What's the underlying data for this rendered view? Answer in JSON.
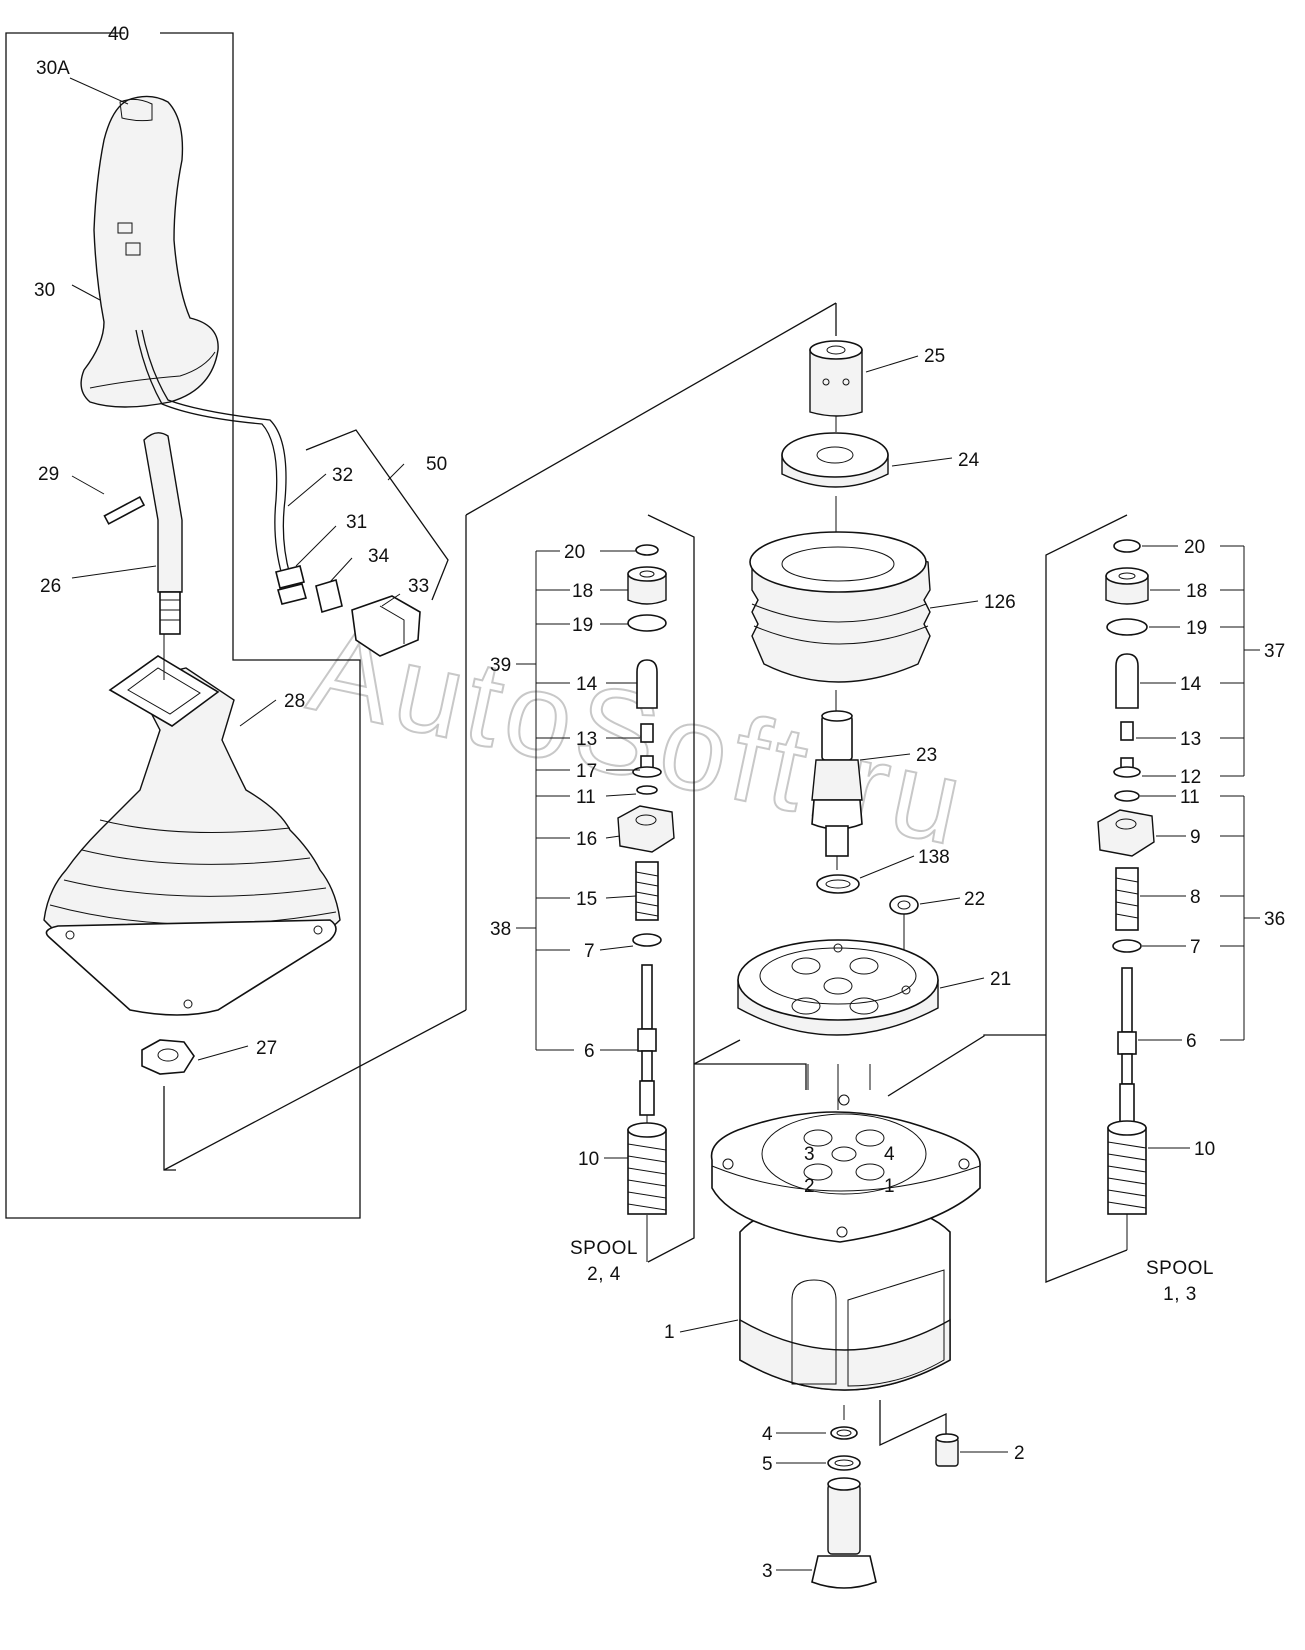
{
  "callouts": [
    {
      "id": "c40",
      "text": "40"
    },
    {
      "id": "c30A",
      "text": "30A"
    },
    {
      "id": "c30",
      "text": "30"
    },
    {
      "id": "c29",
      "text": "29"
    },
    {
      "id": "c26",
      "text": "26"
    },
    {
      "id": "c28",
      "text": "28"
    },
    {
      "id": "c27",
      "text": "27"
    },
    {
      "id": "c32",
      "text": "32"
    },
    {
      "id": "c31",
      "text": "31"
    },
    {
      "id": "c34",
      "text": "34"
    },
    {
      "id": "c33",
      "text": "33"
    },
    {
      "id": "c50",
      "text": "50"
    },
    {
      "id": "c25",
      "text": "25"
    },
    {
      "id": "c24",
      "text": "24"
    },
    {
      "id": "c126",
      "text": "126"
    },
    {
      "id": "c23",
      "text": "23"
    },
    {
      "id": "c138",
      "text": "138"
    },
    {
      "id": "c22",
      "text": "22"
    },
    {
      "id": "c21",
      "text": "21"
    },
    {
      "id": "c1",
      "text": "1"
    },
    {
      "id": "c4",
      "text": "4"
    },
    {
      "id": "c5",
      "text": "5"
    },
    {
      "id": "c2",
      "text": "2"
    },
    {
      "id": "c3",
      "text": "3"
    },
    {
      "id": "l20",
      "text": "20"
    },
    {
      "id": "l18",
      "text": "18"
    },
    {
      "id": "l19",
      "text": "19"
    },
    {
      "id": "l39",
      "text": "39"
    },
    {
      "id": "l14",
      "text": "14"
    },
    {
      "id": "l13",
      "text": "13"
    },
    {
      "id": "l17",
      "text": "17"
    },
    {
      "id": "l11",
      "text": "11"
    },
    {
      "id": "l16",
      "text": "16"
    },
    {
      "id": "l15",
      "text": "15"
    },
    {
      "id": "l38",
      "text": "38"
    },
    {
      "id": "l7",
      "text": "7"
    },
    {
      "id": "l6",
      "text": "6"
    },
    {
      "id": "l10",
      "text": "10"
    },
    {
      "id": "r20",
      "text": "20"
    },
    {
      "id": "r18",
      "text": "18"
    },
    {
      "id": "r19",
      "text": "19"
    },
    {
      "id": "r37",
      "text": "37"
    },
    {
      "id": "r14",
      "text": "14"
    },
    {
      "id": "r13",
      "text": "13"
    },
    {
      "id": "r12",
      "text": "12"
    },
    {
      "id": "r11",
      "text": "11"
    },
    {
      "id": "r9",
      "text": "9"
    },
    {
      "id": "r8",
      "text": "8"
    },
    {
      "id": "r36",
      "text": "36"
    },
    {
      "id": "r7",
      "text": "7"
    },
    {
      "id": "r6",
      "text": "6"
    },
    {
      "id": "r10",
      "text": "10"
    },
    {
      "id": "p3",
      "text": "3"
    },
    {
      "id": "p4",
      "text": "4"
    },
    {
      "id": "p2",
      "text": "2"
    },
    {
      "id": "p1",
      "text": "1"
    }
  ],
  "captions": {
    "spool_left_line1": "SPOOL",
    "spool_left_line2": "2, 4",
    "spool_right_line1": "SPOOL",
    "spool_right_line2": "1, 3"
  },
  "watermark": "AutoSoft.ru",
  "colors": {
    "ink": "#111111",
    "paper": "#ffffff",
    "watermark": "#c8c8c8"
  }
}
